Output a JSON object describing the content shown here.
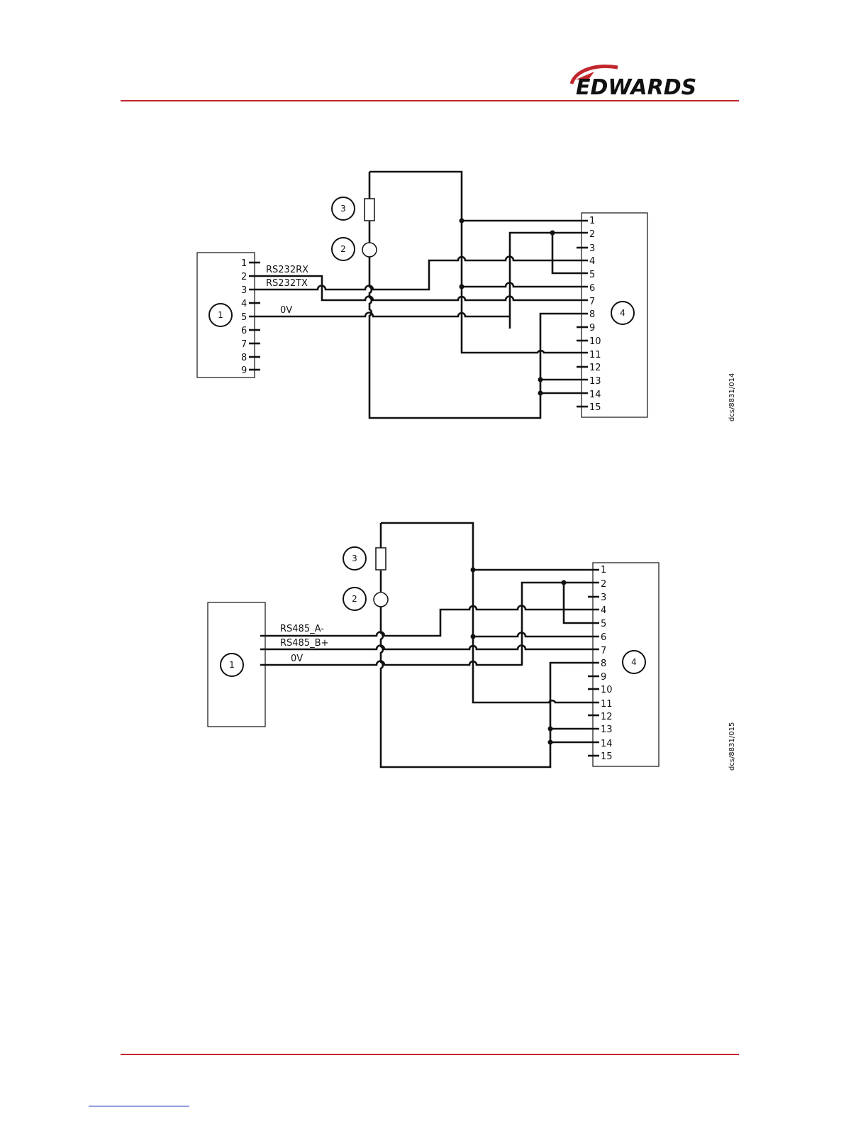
{
  "header": {
    "logo_text": "EDWARDS",
    "accent_color": "#c1272d"
  },
  "diagram_a": {
    "reference": "dcs/8831/014",
    "left_connector_pins": [
      "1",
      "2",
      "3",
      "4",
      "5",
      "6",
      "7",
      "8",
      "9"
    ],
    "signal_labels": {
      "rx": "RS232RX",
      "tx": "RS232TX",
      "zero_v": "0V"
    },
    "right_connector_pins": [
      "1",
      "2",
      "3",
      "4",
      "5",
      "6",
      "7",
      "8",
      "9",
      "10",
      "11",
      "12",
      "13",
      "14",
      "15"
    ],
    "callouts": [
      "1",
      "2",
      "3",
      "4"
    ]
  },
  "diagram_b": {
    "reference": "dcs/8831/015",
    "signal_labels": {
      "a": "RS485_A-",
      "b": "RS485_B+",
      "zero_v": "0V"
    },
    "right_connector_pins": [
      "1",
      "2",
      "3",
      "4",
      "5",
      "6",
      "7",
      "8",
      "9",
      "10",
      "11",
      "12",
      "13",
      "14",
      "15"
    ],
    "callouts": [
      "1",
      "2",
      "3",
      "4"
    ]
  }
}
